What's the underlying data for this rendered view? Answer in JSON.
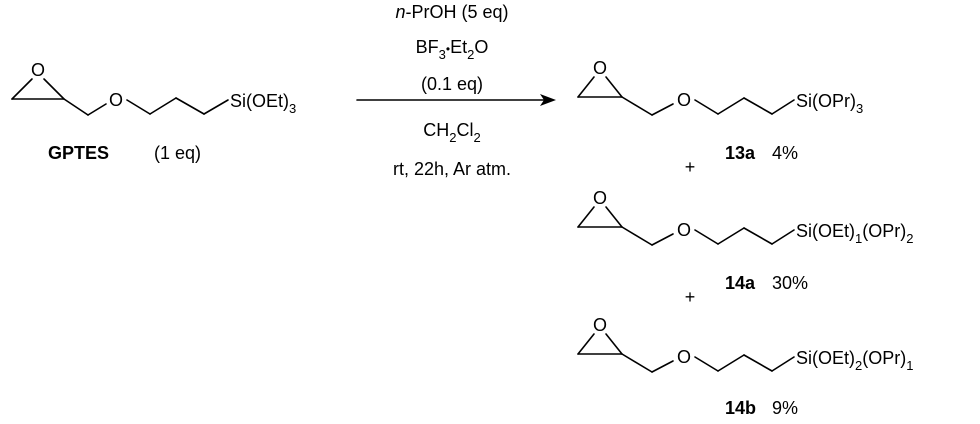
{
  "reactant": {
    "epoxide_atom": "O",
    "ether_atom": "O",
    "silyl": "Si(OEt)",
    "silyl_sub": "3",
    "name": "GPTES",
    "equiv": "(1 eq)"
  },
  "conditions": {
    "line1_italic": "n",
    "line1_rest": "-PrOH (5 eq)",
    "line2_a": "BF",
    "line2_sub1": "3",
    "line2_dot": "•",
    "line2_b": "Et",
    "line2_sub2": "2",
    "line2_c": "O",
    "line3": "(0.1 eq)",
    "line4_a": "CH",
    "line4_sub1": "2",
    "line4_b": "Cl",
    "line4_sub2": "2",
    "line5": "rt, 22h, Ar atm."
  },
  "products": [
    {
      "epoxide_atom": "O",
      "ether_atom": "O",
      "silyl_a": "Si(OPr)",
      "silyl_sub_a": "3",
      "silyl_b": "",
      "silyl_sub_b": "",
      "label": "13a",
      "yield": "4%"
    },
    {
      "epoxide_atom": "O",
      "ether_atom": "O",
      "silyl_a": "Si(OEt)",
      "silyl_sub_a": "1",
      "silyl_b": "(OPr)",
      "silyl_sub_b": "2",
      "label": "14a",
      "yield": "30%"
    },
    {
      "epoxide_atom": "O",
      "ether_atom": "O",
      "silyl_a": "Si(OEt)",
      "silyl_sub_a": "2",
      "silyl_b": "(OPr)",
      "silyl_sub_b": "1",
      "label": "14b",
      "yield": "9%"
    }
  ],
  "plus_signs": [
    "+",
    "+"
  ]
}
